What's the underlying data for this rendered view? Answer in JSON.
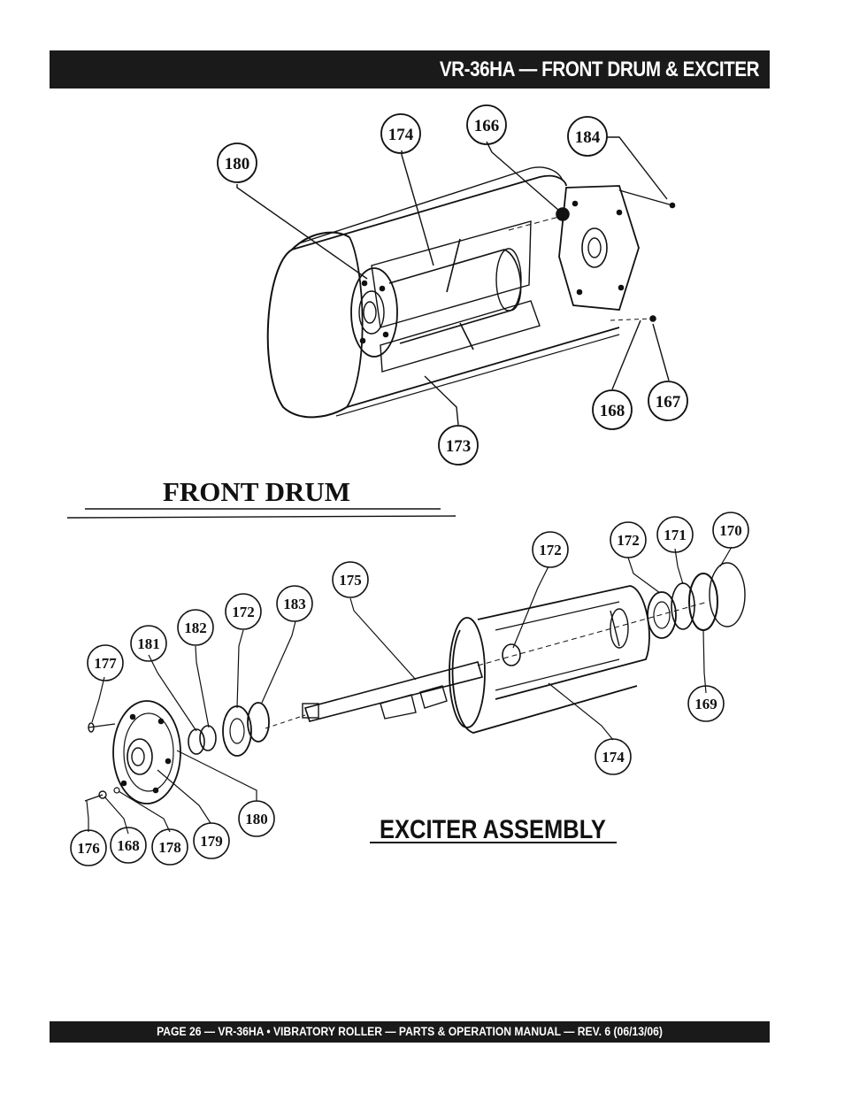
{
  "header": {
    "title": "VR-36HA — FRONT DRUM & EXCITER"
  },
  "footer": {
    "text": "PAGE 26 — VR-36HA • VIBRATORY ROLLER — PARTS & OPERATION MANUAL — REV. 6 (06/13/06)"
  },
  "front_drum": {
    "title": "FRONT DRUM",
    "callouts": {
      "c174": "174",
      "c166": "166",
      "c184": "184",
      "c180": "180",
      "c168": "168",
      "c167": "167",
      "c173": "173"
    }
  },
  "exciter": {
    "title": "EXCITER ASSEMBLY",
    "callouts": {
      "c175": "175",
      "c172a": "172",
      "c172b": "172",
      "c171": "171",
      "c170": "170",
      "c183": "183",
      "c172c": "172",
      "c182": "182",
      "c181": "181",
      "c177": "177",
      "c169": "169",
      "c174": "174",
      "c180": "180",
      "c176": "176",
      "c168": "168",
      "c178": "178",
      "c179": "179"
    }
  },
  "colors": {
    "bar": "#1a1a1a",
    "ink": "#111111"
  }
}
